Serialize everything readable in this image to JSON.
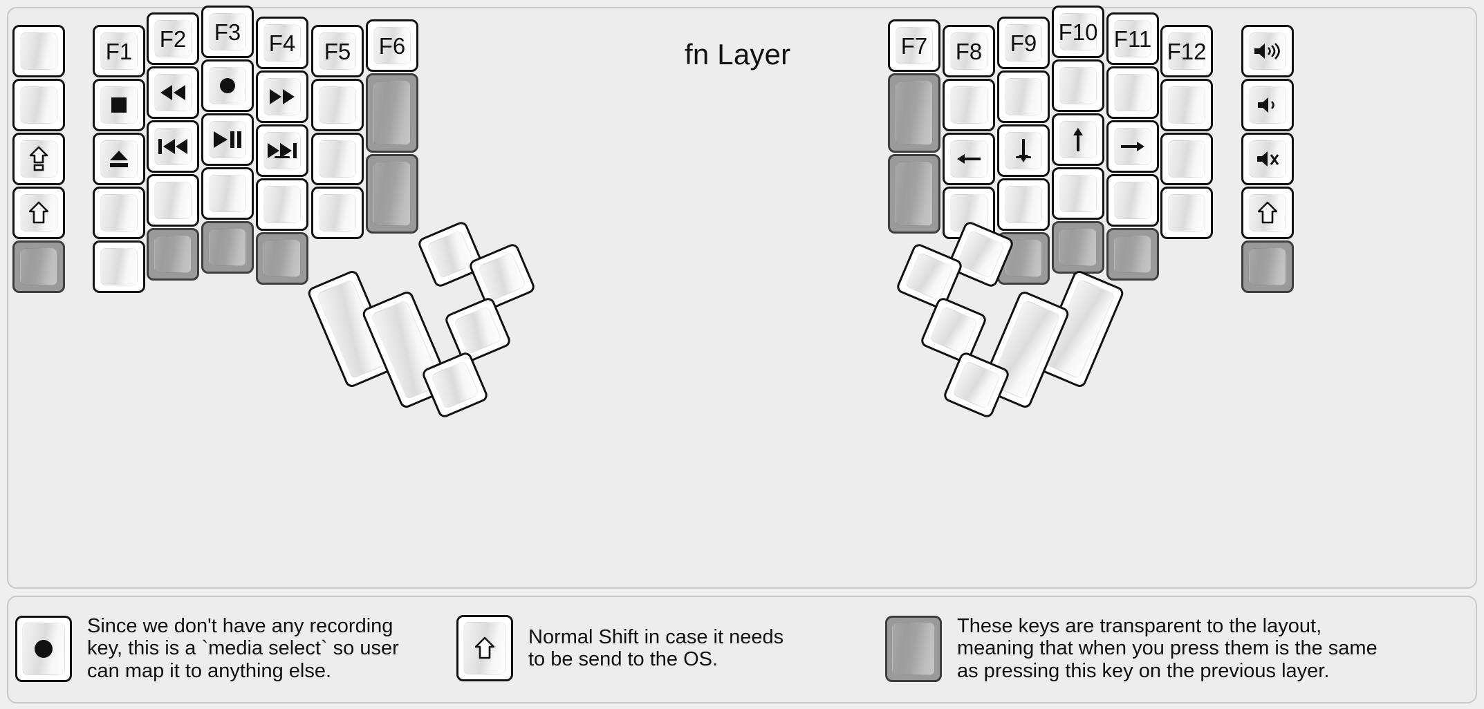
{
  "title": "fn Layer",
  "colors": {
    "background": "#efefef",
    "panel": "#ededed",
    "key_outline": "#111111",
    "key_face_light": "#f7f7f7",
    "transparent_key": "#9a9a9a",
    "text": "#111111"
  },
  "legend_items": [
    {
      "key_glyph": "record-dot",
      "key_style": "normal",
      "text": "Since we don't have any recording\nkey, this is a `media select` so user\ncan map it to anything else."
    },
    {
      "key_glyph": "shift-arrow",
      "key_style": "normal",
      "text": "Normal Shift in case it needs\nto be send to the OS."
    },
    {
      "key_glyph": "",
      "key_style": "transparent",
      "text": "These keys are transparent to the layout,\nmeaning that when you press them is the same\nas pressing this key on the previous layer."
    }
  ],
  "left_half": {
    "columns": [
      {
        "name": "pinky-outer",
        "keys": [
          {
            "label": "",
            "glyph": "",
            "style": "normal",
            "h": 1
          },
          {
            "label": "",
            "glyph": "",
            "style": "normal",
            "h": 1
          },
          {
            "label": "",
            "glyph": "caps-lock-shift",
            "style": "normal",
            "h": 1
          },
          {
            "label": "",
            "glyph": "shift-arrow",
            "style": "normal",
            "h": 1
          },
          {
            "label": "",
            "glyph": "",
            "style": "transparent",
            "h": 1
          }
        ]
      },
      {
        "name": "pinky",
        "keys": [
          {
            "label": "F1",
            "glyph": "",
            "style": "normal",
            "h": 1
          },
          {
            "label": "",
            "glyph": "media-stop",
            "style": "normal",
            "h": 1
          },
          {
            "label": "",
            "glyph": "media-eject",
            "style": "normal",
            "h": 1
          },
          {
            "label": "",
            "glyph": "",
            "style": "normal",
            "h": 1
          },
          {
            "label": "",
            "glyph": "",
            "style": "normal",
            "h": 1
          }
        ]
      },
      {
        "name": "ring",
        "keys": [
          {
            "label": "F2",
            "glyph": "",
            "style": "normal",
            "h": 1
          },
          {
            "label": "",
            "glyph": "media-rewind",
            "style": "normal",
            "h": 1
          },
          {
            "label": "",
            "glyph": "media-prev-track",
            "style": "normal",
            "h": 1
          },
          {
            "label": "",
            "glyph": "",
            "style": "normal",
            "h": 1
          },
          {
            "label": "",
            "glyph": "",
            "style": "transparent",
            "h": 1
          }
        ]
      },
      {
        "name": "middle",
        "keys": [
          {
            "label": "F3",
            "glyph": "",
            "style": "normal",
            "h": 1
          },
          {
            "label": "",
            "glyph": "media-record",
            "style": "normal",
            "h": 1
          },
          {
            "label": "",
            "glyph": "media-play-pause",
            "style": "normal",
            "h": 1
          },
          {
            "label": "",
            "glyph": "",
            "style": "normal",
            "h": 1
          },
          {
            "label": "",
            "glyph": "",
            "style": "transparent",
            "h": 1
          }
        ]
      },
      {
        "name": "index",
        "keys": [
          {
            "label": "F4",
            "glyph": "",
            "style": "normal",
            "h": 1
          },
          {
            "label": "",
            "glyph": "media-fast-forward",
            "style": "normal",
            "h": 1
          },
          {
            "label": "",
            "glyph": "media-next-track",
            "style": "normal",
            "h": 1
          },
          {
            "label": "",
            "glyph": "",
            "style": "normal",
            "h": 1
          },
          {
            "label": "",
            "glyph": "",
            "style": "transparent",
            "h": 1
          }
        ]
      },
      {
        "name": "index-inner",
        "keys": [
          {
            "label": "F5",
            "glyph": "",
            "style": "normal",
            "h": 1
          },
          {
            "label": "",
            "glyph": "",
            "style": "normal",
            "h": 1
          },
          {
            "label": "",
            "glyph": "",
            "style": "normal",
            "h": 1
          },
          {
            "label": "",
            "glyph": "",
            "style": "normal",
            "h": 1
          }
        ]
      },
      {
        "name": "inner-most",
        "keys": [
          {
            "label": "F6",
            "glyph": "",
            "style": "normal",
            "h": 1
          },
          {
            "label": "",
            "glyph": "",
            "style": "transparent",
            "h": 1.5
          },
          {
            "label": "",
            "glyph": "",
            "style": "transparent",
            "h": 1.5
          }
        ]
      }
    ],
    "thumb_cluster": [
      {
        "name": "thumb-big-1",
        "size": "2u"
      },
      {
        "name": "thumb-big-2",
        "size": "2u"
      },
      {
        "name": "thumb-small-1",
        "size": "1u"
      },
      {
        "name": "thumb-small-2",
        "size": "1u"
      },
      {
        "name": "thumb-small-3",
        "size": "1u"
      },
      {
        "name": "thumb-small-4",
        "size": "1u"
      }
    ]
  },
  "right_half": {
    "columns": [
      {
        "name": "inner-most",
        "keys": [
          {
            "label": "F7",
            "glyph": "",
            "style": "normal",
            "h": 1
          },
          {
            "label": "",
            "glyph": "",
            "style": "transparent",
            "h": 1.5
          },
          {
            "label": "",
            "glyph": "",
            "style": "transparent",
            "h": 1.5
          }
        ]
      },
      {
        "name": "index-inner",
        "keys": [
          {
            "label": "F8",
            "glyph": "",
            "style": "normal",
            "h": 1
          },
          {
            "label": "",
            "glyph": "",
            "style": "normal",
            "h": 1
          },
          {
            "label": "",
            "glyph": "arrow-left",
            "style": "normal",
            "h": 1
          },
          {
            "label": "",
            "glyph": "",
            "style": "normal",
            "h": 1
          }
        ]
      },
      {
        "name": "index",
        "keys": [
          {
            "label": "F9",
            "glyph": "",
            "style": "normal",
            "h": 1
          },
          {
            "label": "",
            "glyph": "",
            "style": "normal",
            "h": 1
          },
          {
            "label": "",
            "glyph": "arrow-down",
            "style": "normal",
            "h": 1
          },
          {
            "label": "",
            "glyph": "",
            "style": "normal",
            "h": 1
          },
          {
            "label": "",
            "glyph": "",
            "style": "transparent",
            "h": 1
          }
        ]
      },
      {
        "name": "middle",
        "keys": [
          {
            "label": "F10",
            "glyph": "",
            "style": "normal",
            "h": 1
          },
          {
            "label": "",
            "glyph": "",
            "style": "normal",
            "h": 1
          },
          {
            "label": "",
            "glyph": "arrow-up",
            "style": "normal",
            "h": 1
          },
          {
            "label": "",
            "glyph": "",
            "style": "normal",
            "h": 1
          },
          {
            "label": "",
            "glyph": "",
            "style": "transparent",
            "h": 1
          }
        ]
      },
      {
        "name": "ring",
        "keys": [
          {
            "label": "F11",
            "glyph": "",
            "style": "normal",
            "h": 1
          },
          {
            "label": "",
            "glyph": "",
            "style": "normal",
            "h": 1
          },
          {
            "label": "",
            "glyph": "arrow-right",
            "style": "normal",
            "h": 1
          },
          {
            "label": "",
            "glyph": "",
            "style": "normal",
            "h": 1
          },
          {
            "label": "",
            "glyph": "",
            "style": "transparent",
            "h": 1
          }
        ]
      },
      {
        "name": "pinky",
        "keys": [
          {
            "label": "F12",
            "glyph": "",
            "style": "normal",
            "h": 1
          },
          {
            "label": "",
            "glyph": "",
            "style": "normal",
            "h": 1
          },
          {
            "label": "",
            "glyph": "",
            "style": "normal",
            "h": 1
          },
          {
            "label": "",
            "glyph": "",
            "style": "normal",
            "h": 1
          }
        ]
      },
      {
        "name": "pinky-outer",
        "keys": [
          {
            "label": "",
            "glyph": "volume-up",
            "style": "normal",
            "h": 1
          },
          {
            "label": "",
            "glyph": "volume-down",
            "style": "normal",
            "h": 1
          },
          {
            "label": "",
            "glyph": "volume-mute",
            "style": "normal",
            "h": 1
          },
          {
            "label": "",
            "glyph": "shift-arrow",
            "style": "normal",
            "h": 1
          },
          {
            "label": "",
            "glyph": "",
            "style": "transparent",
            "h": 1
          }
        ]
      }
    ],
    "thumb_cluster": [
      {
        "name": "thumb-big-1",
        "size": "2u"
      },
      {
        "name": "thumb-big-2",
        "size": "2u"
      },
      {
        "name": "thumb-small-1",
        "size": "1u"
      },
      {
        "name": "thumb-small-2",
        "size": "1u"
      },
      {
        "name": "thumb-small-3",
        "size": "1u"
      },
      {
        "name": "thumb-small-4",
        "size": "1u"
      }
    ]
  }
}
